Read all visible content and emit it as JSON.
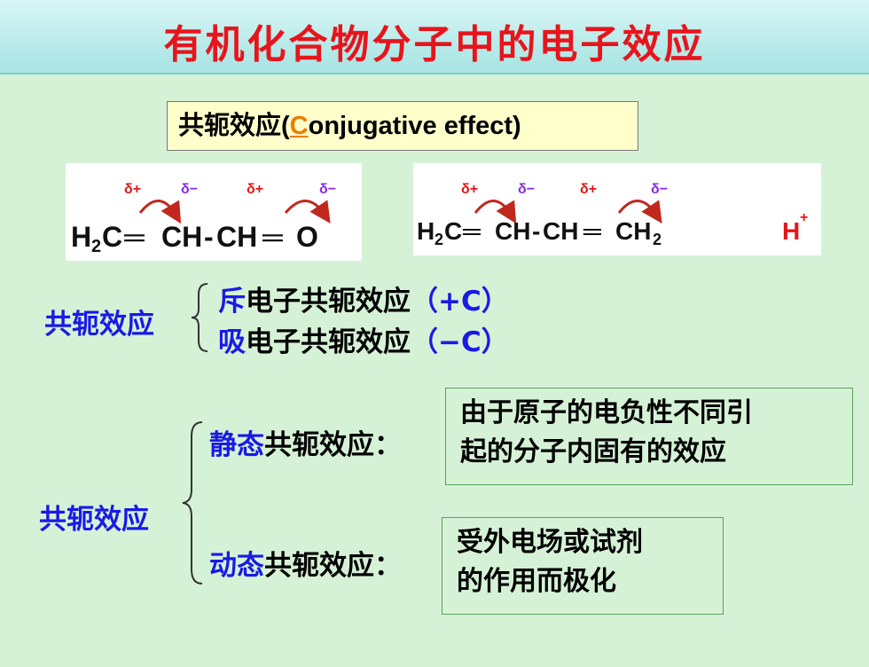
{
  "title": "有机化合物分子中的电子效应",
  "topic": {
    "prefix": "共轭效应(",
    "highlight": "C",
    "suffix": "onjugative effect)"
  },
  "molecules": {
    "left": {
      "formula": [
        "H",
        "2",
        "C",
        "═",
        "CH",
        "-",
        "CH",
        "═",
        "O"
      ],
      "deltas": [
        "δ+",
        "δ−",
        "δ+",
        "δ−"
      ]
    },
    "right": {
      "formula": [
        "H",
        "2",
        "C",
        "═",
        "CH",
        "-",
        "CH",
        "═",
        "CH",
        "2"
      ],
      "deltas": [
        "δ+",
        "δ−",
        "δ+",
        "δ−"
      ],
      "reagent": "H",
      "reagent_charge": "+"
    }
  },
  "group1": {
    "label": "共轭效应",
    "items": [
      {
        "key": "斥",
        "text": "电子共轭效应",
        "tag": "（+C）"
      },
      {
        "key": "吸",
        "text": "电子共轭效应",
        "tag": "（−C）"
      }
    ]
  },
  "group2": {
    "label": "共轭效应",
    "items": [
      {
        "key": "静态",
        "text": "共轭效应：",
        "note": [
          "由于原子的电负性不同引",
          "起的分子内固有的效应"
        ]
      },
      {
        "key": "动态",
        "text": "共轭效应：",
        "note": [
          "受外电场或试剂",
          "的作用而极化"
        ]
      }
    ]
  },
  "colors": {
    "title": "#e8141c",
    "accent_blue": "#1a1ae6",
    "highlight": "#ee7d00",
    "delta": "#e41616",
    "delta_minus": "#8a2be2",
    "background": "#d6f2d6"
  }
}
